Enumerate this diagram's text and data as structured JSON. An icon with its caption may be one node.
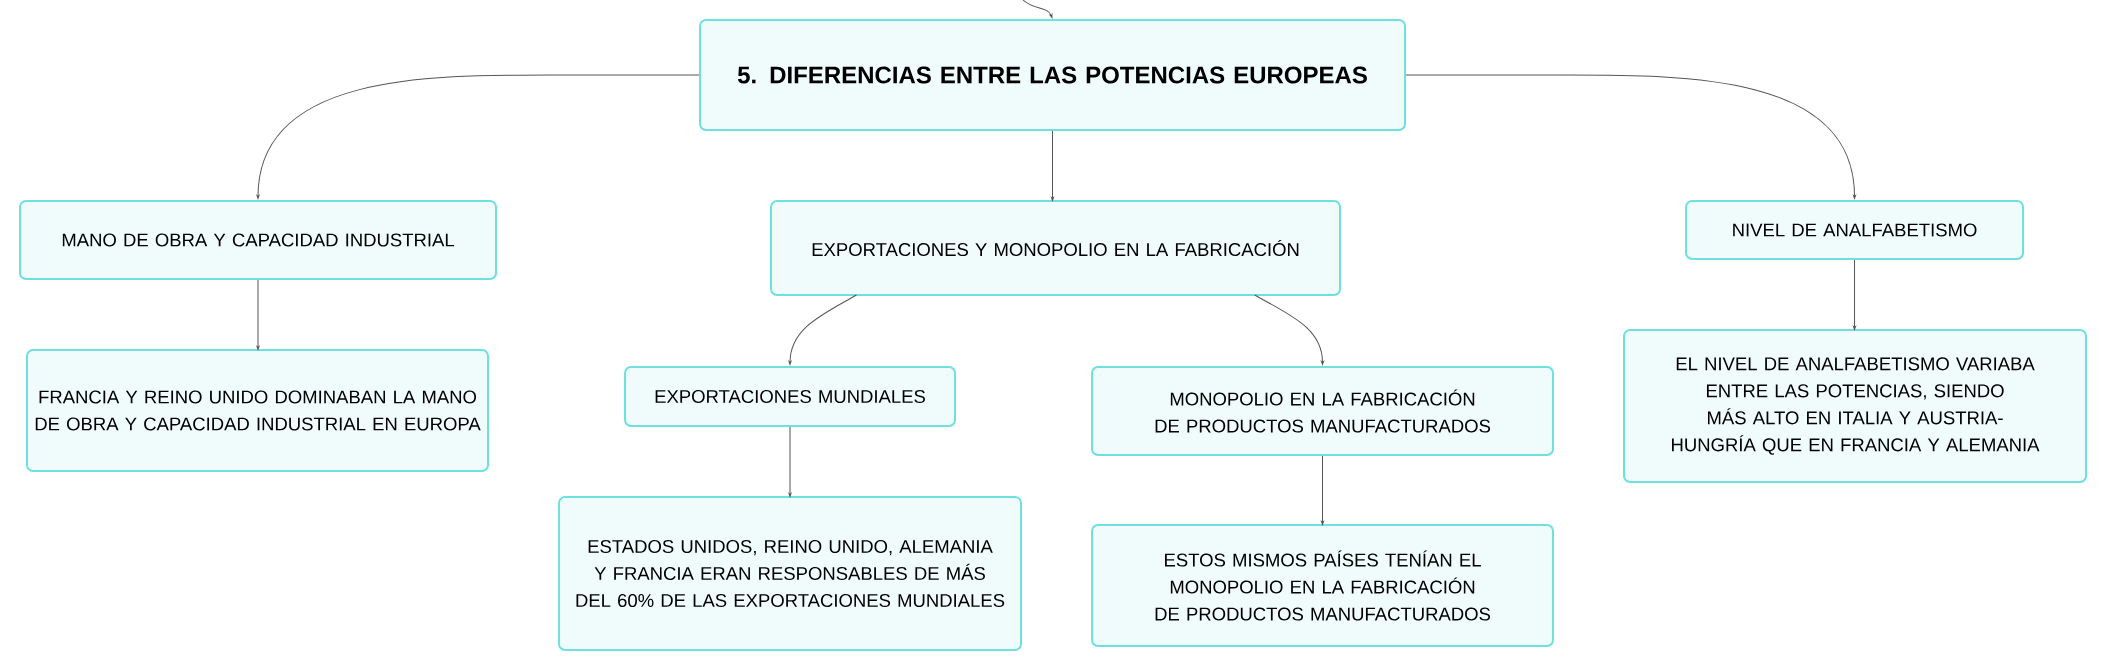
{
  "diagram": {
    "nodes": [
      {
        "text": [
          "5. DIFERENCIAS ENTRE LAS POTENCIAS EUROPEAS"
        ]
      },
      {
        "text": [
          "MANO DE OBRA Y CAPACIDAD INDUSTRIAL"
        ]
      },
      {
        "text": [
          "FRANCIA Y REINO UNIDO DOMINABAN LA MANO DE OBRA Y CAPACIDAD INDUSTRIAL EN EUROPA"
        ]
      },
      {
        "text": [
          "EXPORTACIONES Y MONOPOLIO EN LA FABRICACIÓN"
        ]
      },
      {
        "text": [
          "EXPORTACIONES MUNDIALES"
        ]
      },
      {
        "text": [
          "ESTADOS UNIDOS, REINO UNIDO, ALEMANIA Y FRANCIA ERAN RESPONSABLES DE MÁS DEL 60% DE LAS EXPORTACIONES MUNDIALES"
        ]
      },
      {
        "text": [
          "MONOPOLIO EN LA FABRICACIÓN DE PRODUCTOS MANUFACTURADOS"
        ]
      },
      {
        "text": [
          "ESTOS MISMOS PAÍSES TENÍAN EL MONOPOLIO EN LA FABRICACIÓN DE PRODUCTOS MANUFACTURADOS"
        ]
      },
      {
        "text": [
          "NIVEL DE ANALFABETISMO"
        ]
      },
      {
        "text": [
          "EL NIVEL DE ANALFABETISMO VARIABA ENTRE LAS POTENCIAS, SIENDO MÁS ALTO EN ITALIA Y AUSTRIA-HUNGRÍA QUE EN FRANCIA Y ALEMANIA"
        ]
      }
    ],
    "edges": [
      {
        "from": null,
        "to": 0,
        "arrow": "to"
      },
      {
        "from": 0,
        "to": 1,
        "arrow": "to"
      },
      {
        "from": 0,
        "to": 3,
        "arrow": "to"
      },
      {
        "from": 0,
        "to": 8,
        "arrow": "to"
      },
      {
        "from": 1,
        "to": 2,
        "arrow": "to"
      },
      {
        "from": 3,
        "to": 4,
        "arrow": "to"
      },
      {
        "from": 3,
        "to": 6,
        "arrow": "to"
      },
      {
        "from": 4,
        "to": 5,
        "arrow": "to"
      },
      {
        "from": 6,
        "to": 7,
        "arrow": "to"
      },
      {
        "from": 8,
        "to": 9,
        "arrow": "to"
      }
    ]
  }
}
